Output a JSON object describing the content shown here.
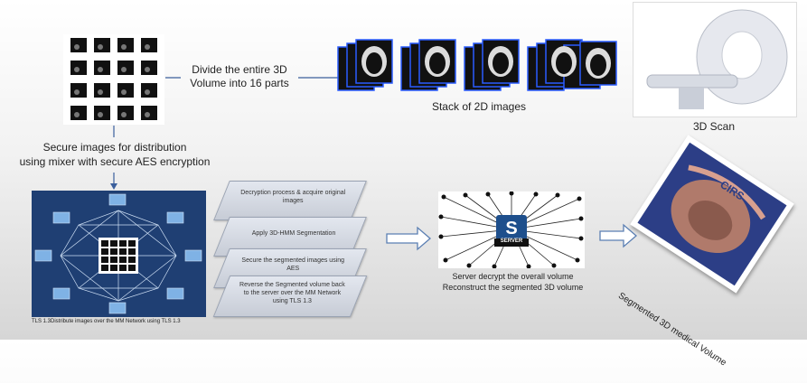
{
  "labels": {
    "divide": "Divide the entire 3D\nVolume into 16 parts",
    "stack": "Stack of 2D images",
    "scan": "3D Scan",
    "secure": "Secure images for distribution\nusing mixer with secure AES encryption",
    "network_caption": "TLS 1.3Distribute images over the MM Network using TLS 1.3",
    "server_caption": "Server decrypt the overall volume\nReconstruct the segmented 3D volume",
    "server_logo": "SERVER",
    "volume_caption": "Segmented 3D medical Volume",
    "volume_stamp": "CIRS"
  },
  "steps": [
    "Decryption process & acquire original images",
    "Apply 3D-HMM Segmentation",
    "Secure the segmented images using AES",
    "Reverse the Segmented volume back to the server over the MM Network using TLS 1.3"
  ],
  "colors": {
    "network_bg": "#1f3f73",
    "network_lines": "#cfe0f5",
    "arrow": "#5b7fb3",
    "server_logo": "#1e4f8c"
  }
}
